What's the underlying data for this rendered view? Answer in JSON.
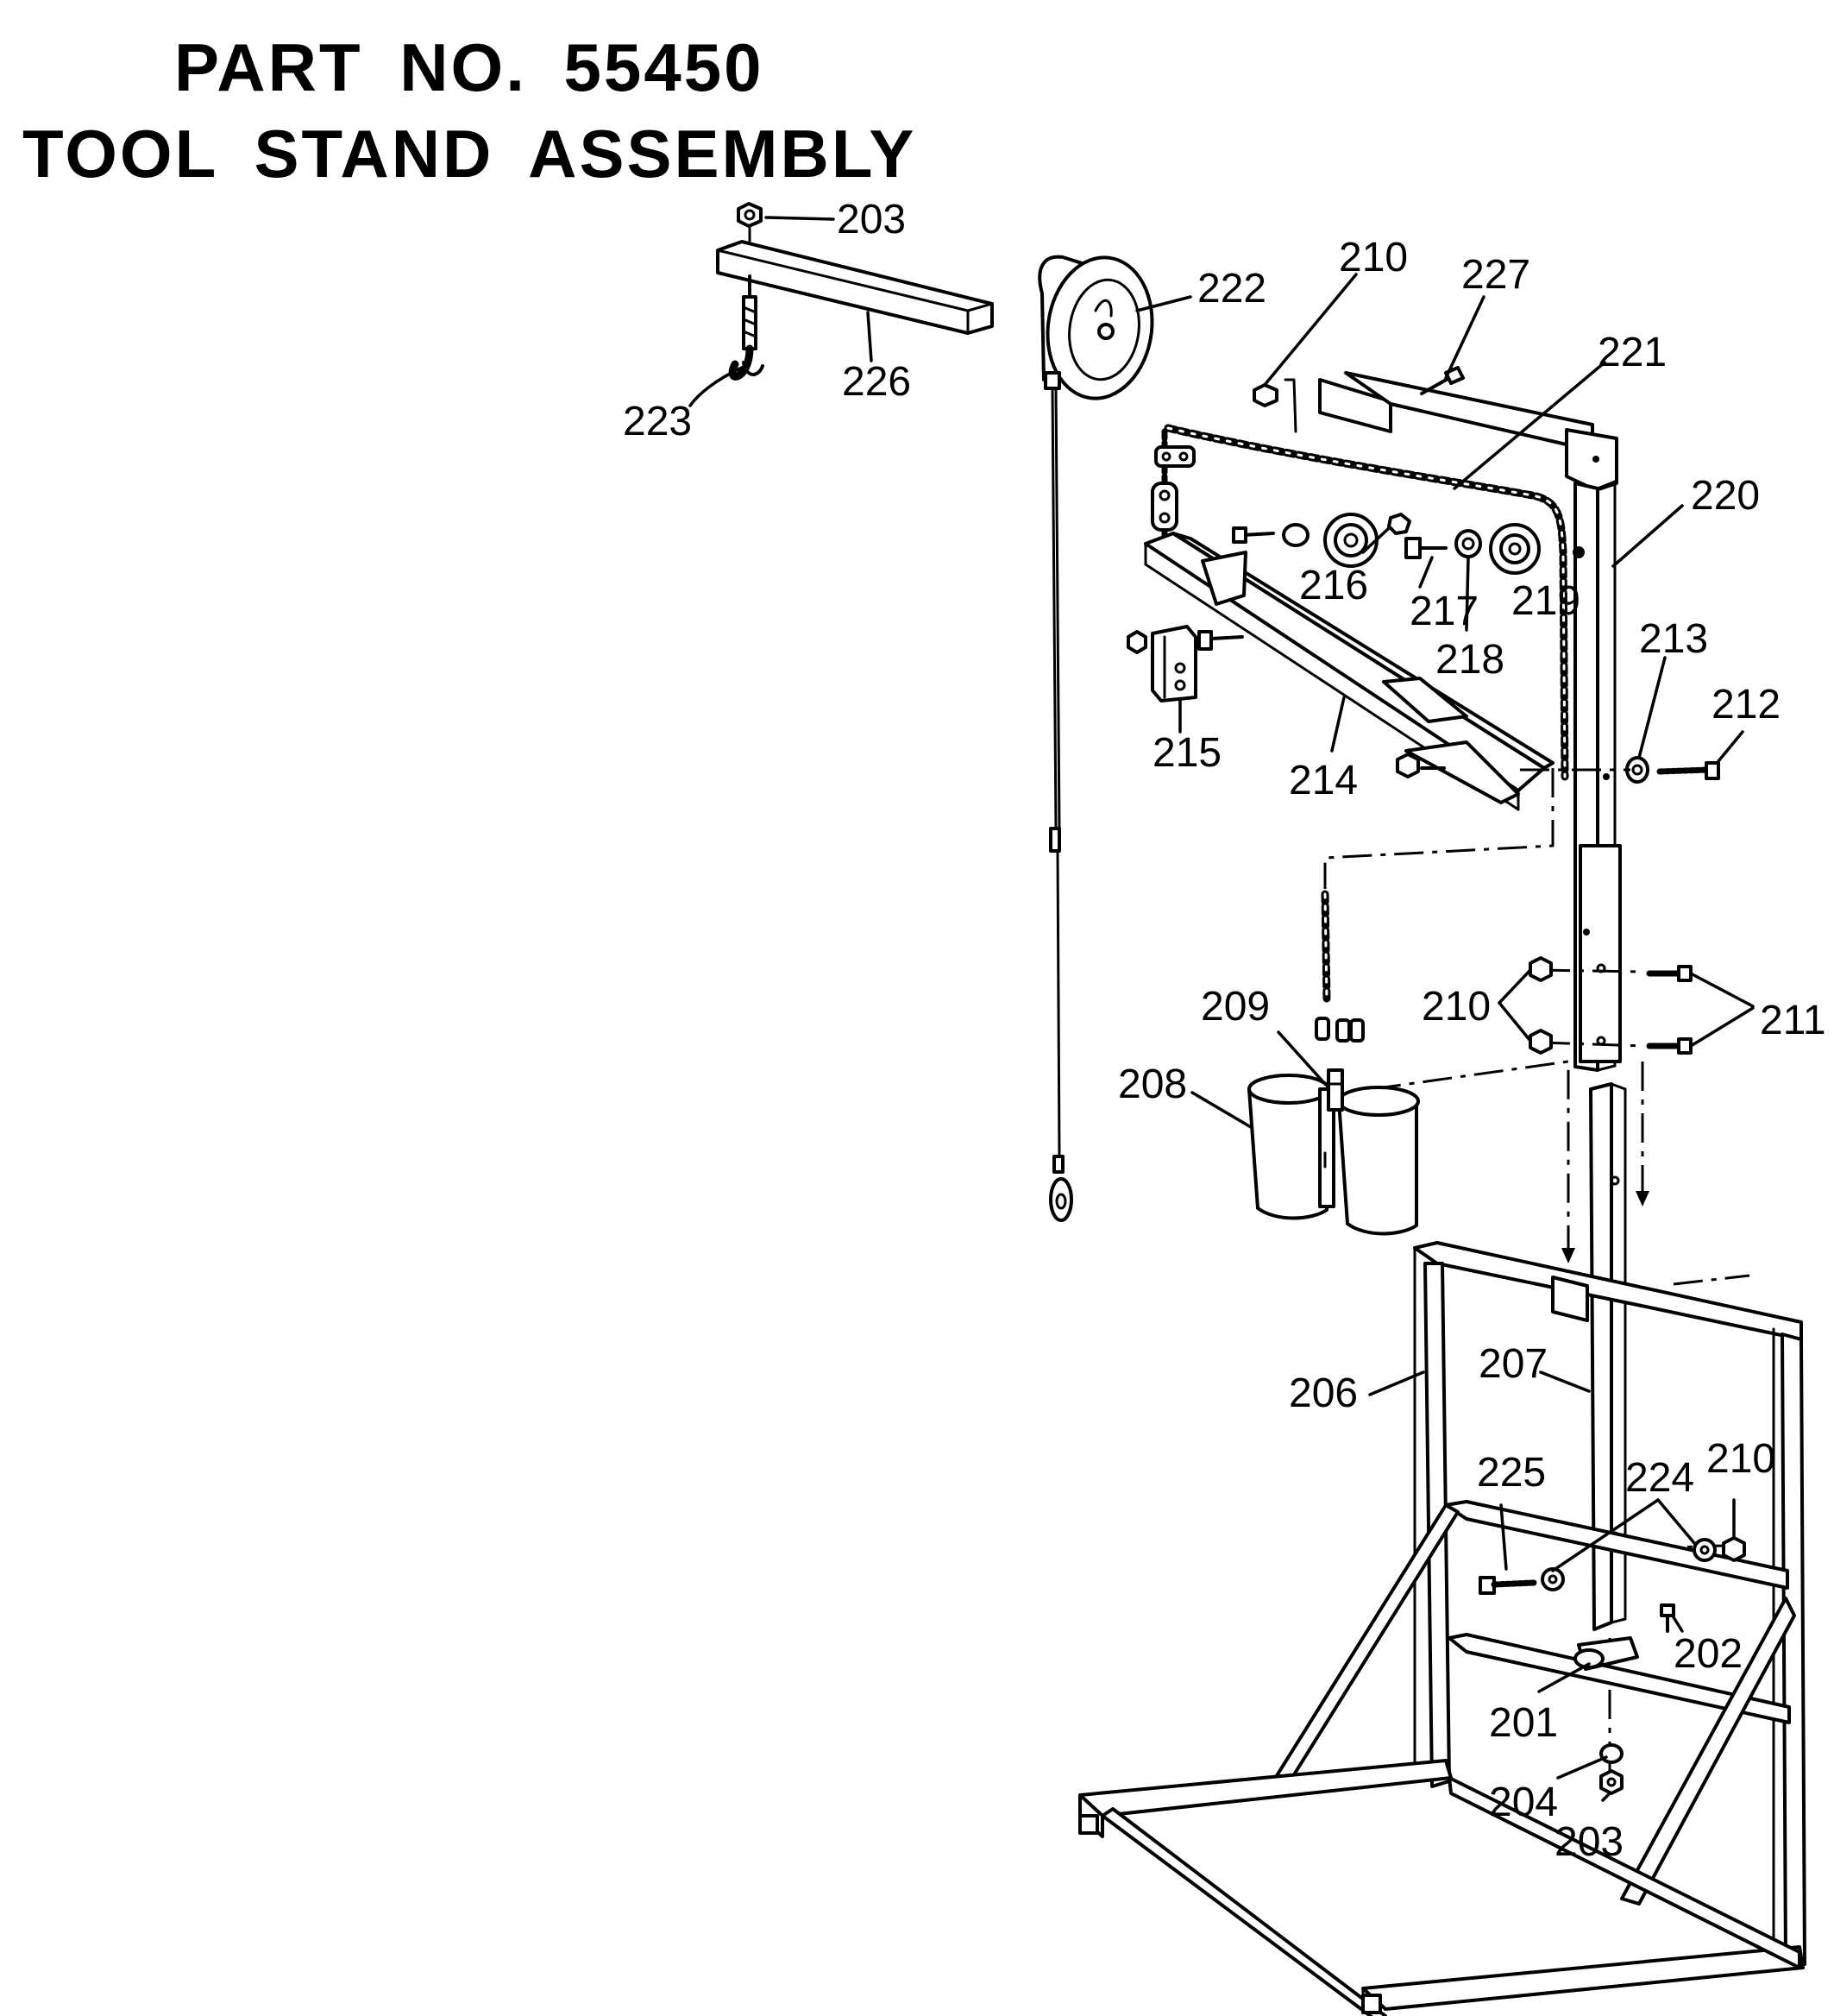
{
  "title": {
    "line1": "PART  NO.  55450",
    "line2": "TOOL  STAND  ASSEMBLY"
  },
  "callouts": {
    "c201": "201",
    "c202": "202",
    "c203a": "203",
    "c203b": "203",
    "c204": "204",
    "c206": "206",
    "c207": "207",
    "c208": "208",
    "c209": "209",
    "c210a": "210",
    "c210b": "210",
    "c210c": "210",
    "c211": "211",
    "c212": "212",
    "c213": "213",
    "c214": "214",
    "c215": "215",
    "c216": "216",
    "c217": "217",
    "c218": "218",
    "c219": "219",
    "c220": "220",
    "c221": "221",
    "c222": "222",
    "c223": "223",
    "c224": "224",
    "c225": "225",
    "c226": "226",
    "c227": "227"
  }
}
